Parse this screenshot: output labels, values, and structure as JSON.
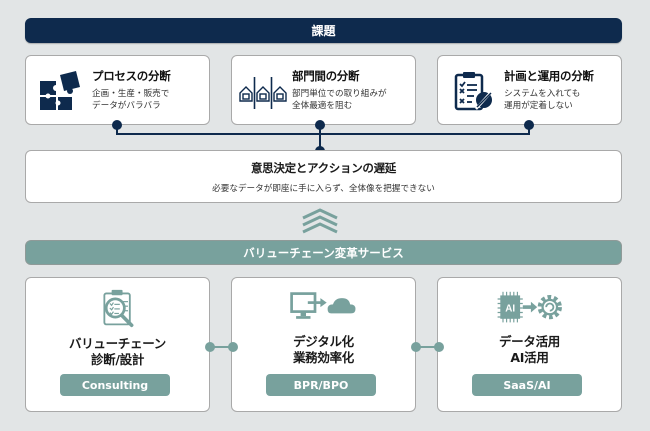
{
  "header": {
    "title": "課題"
  },
  "issues": [
    {
      "icon": "puzzle-icon",
      "title": "プロセスの分断",
      "desc_line1": "企画・生産・販売で",
      "desc_line2": "データがバラバラ"
    },
    {
      "icon": "departments-icon",
      "title": "部門間の分断",
      "desc_line1": "部門単位での取り組みが",
      "desc_line2": "全体最適を阻む"
    },
    {
      "icon": "clipboard-wrench-icon",
      "title": "計画と運用の分断",
      "desc_line1": "システムを入れても",
      "desc_line2": "運用が定着しない"
    }
  ],
  "delay": {
    "title": "意思決定とアクションの遅延",
    "desc": "必要なデータが即座に手に入らず、全体像を把握できない"
  },
  "service_bar": {
    "title": "バリューチェーン変革サービス"
  },
  "services": [
    {
      "icon": "clipboard-magnifier-icon",
      "title_line1": "バリューチェーン",
      "title_line2": "診断/設計",
      "tag": "Consulting"
    },
    {
      "icon": "monitor-cloud-icon",
      "title_line1": "デジタル化",
      "title_line2": "業務効率化",
      "tag": "BPR/BPO"
    },
    {
      "icon": "ai-chip-gear-icon",
      "title_line1": "データ活用",
      "title_line2": "AI活用",
      "tag": "SaaS/AI"
    }
  ],
  "colors": {
    "navy": "#0e2a4d",
    "teal": "#78a19d",
    "background": "#e2e5e6"
  }
}
